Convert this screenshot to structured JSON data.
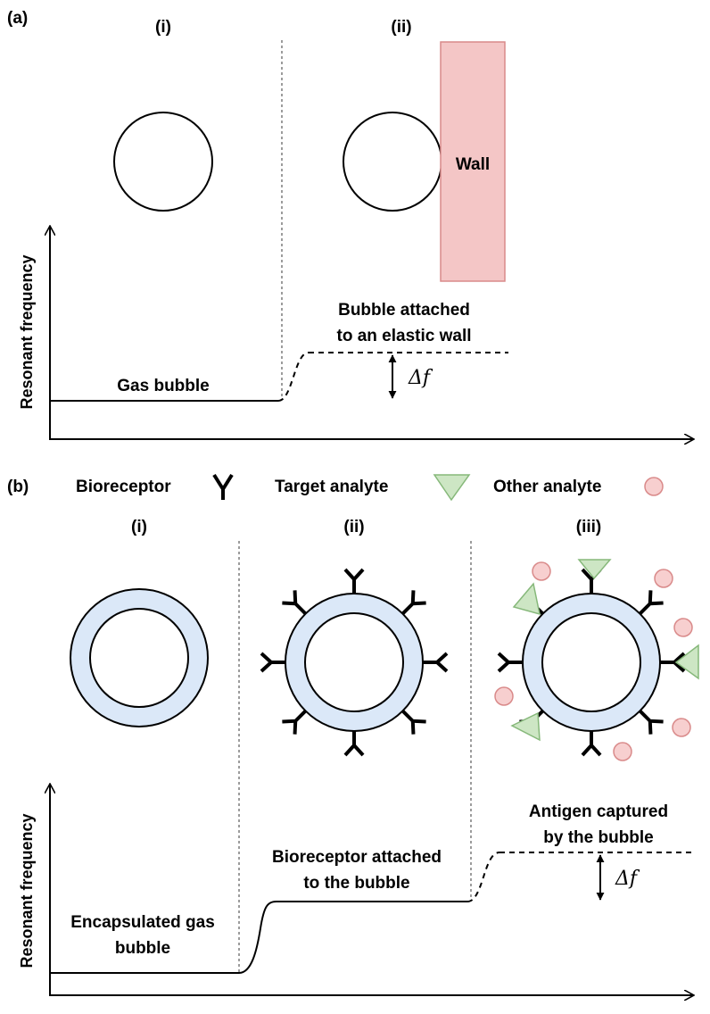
{
  "panel_a": {
    "label": "(a)",
    "sub_i": "(i)",
    "sub_ii": "(ii)",
    "wall_label": "Wall",
    "y_axis_label": "Resonant frequency",
    "level_1_label": "Gas bubble",
    "level_2_label_line1": "Bubble attached",
    "level_2_label_line2": "to an elastic wall",
    "delta_label": "Δf"
  },
  "legend": {
    "panel_label": "(b)",
    "bioreceptor": "Bioreceptor",
    "target_analyte": "Target analyte",
    "other_analyte": "Other analyte"
  },
  "panel_b": {
    "sub_i": "(i)",
    "sub_ii": "(ii)",
    "sub_iii": "(iii)",
    "y_axis_label": "Resonant frequency",
    "level_1_line1": "Encapsulated gas",
    "level_1_line2": "bubble",
    "level_2_line1": "Bioreceptor attached",
    "level_2_line2": "to the bubble",
    "level_3_line1": "Antigen captured",
    "level_3_line2": "by the bubble",
    "delta_label": "Δf"
  },
  "colors": {
    "wall_fill": "#f4c6c6",
    "wall_stroke": "#d98a8a",
    "shell_fill": "#dbe8f8",
    "target_fill": "#cde6c4",
    "target_stroke": "#86b87a",
    "other_fill": "#f7cfcf",
    "other_stroke": "#d98a8a"
  }
}
